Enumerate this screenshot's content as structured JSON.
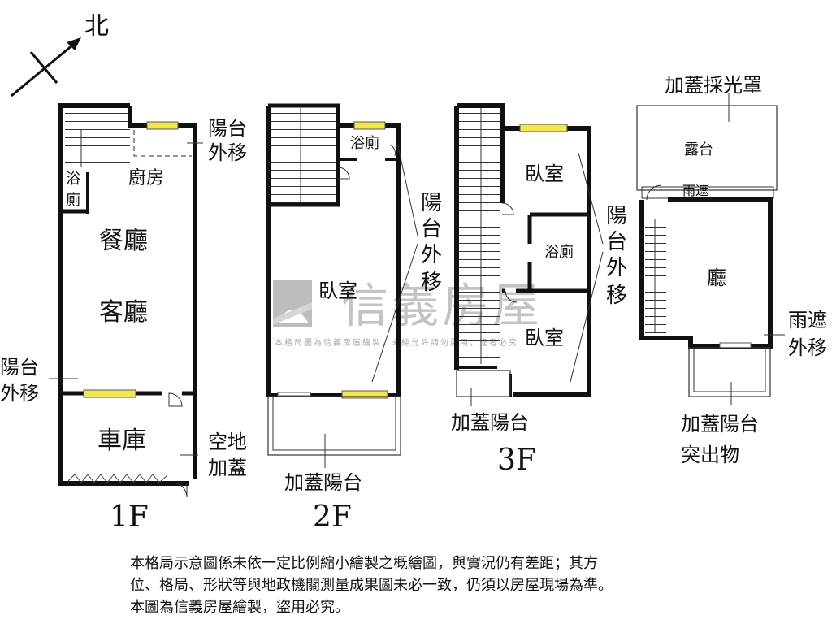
{
  "compass": {
    "north": "北"
  },
  "floors": {
    "f1": {
      "caption": "1F",
      "rooms": {
        "bath_a": "浴",
        "bath_b": "廁",
        "kitchen": "廚房",
        "dining": "餐廳",
        "living": "客廳",
        "garage": "車庫"
      },
      "notes": {
        "balcony_moved_top_a": "陽台",
        "balcony_moved_top_b": "外移",
        "balcony_moved_left_a": "陽台",
        "balcony_moved_left_b": "外移",
        "vacant_land_a": "空地",
        "vacant_land_b": "加蓋"
      }
    },
    "f2": {
      "caption": "2F",
      "rooms": {
        "bath": "浴廁",
        "bedroom": "臥室"
      },
      "notes": {
        "balcony_moved_a": "陽",
        "balcony_moved_b": "台",
        "balcony_moved_c": "外",
        "balcony_moved_d": "移",
        "added_balcony": "加蓋陽台"
      }
    },
    "f3": {
      "caption": "3F",
      "rooms": {
        "bedroom_top": "臥室",
        "bath": "浴廁",
        "bedroom_bottom": "臥室"
      },
      "notes": {
        "balcony_moved_a": "陽",
        "balcony_moved_b": "台",
        "balcony_moved_c": "外",
        "balcony_moved_d": "移",
        "added_balcony": "加蓋陽台"
      }
    },
    "f4": {
      "rooms": {
        "terrace": "露台",
        "hall": "廳",
        "rain_shelter": "雨遮"
      },
      "notes": {
        "skylight": "加蓋採光罩",
        "rain_shelter_moved_a": "雨遮",
        "rain_shelter_moved_b": "外移",
        "added_balcony": "加蓋陽台",
        "protrusion": "突出物"
      }
    }
  },
  "watermark": {
    "brand": "信義房屋",
    "subtitle": "本格局圖為信義房屋繪製，未經允許請勿盜用，違者必究"
  },
  "notice": [
    "本格局示意圖係未依一定比例縮小繪製之概繪圖，與實況仍有差距；其方",
    "位、格局、形狀等與地政機關測量成果圖未必一致，仍須以房屋現場為準。",
    "本圖為信義房屋繪製，盜用必究。"
  ],
  "colors": {
    "wall": "#111111",
    "window": "#f3e64a",
    "watermark": "#b9b9b9"
  }
}
